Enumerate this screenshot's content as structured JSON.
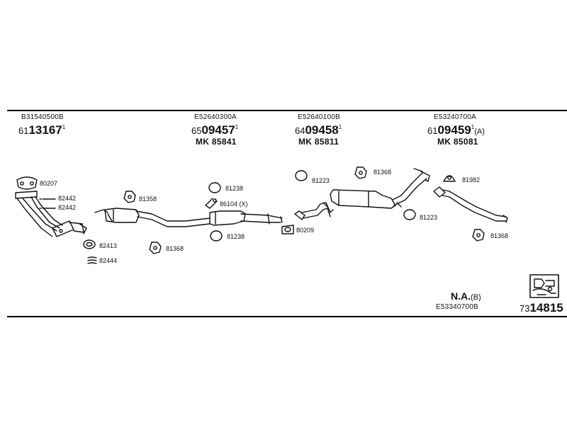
{
  "header": {
    "columns": [
      {
        "code": "B31540500B",
        "num_prefix": "61",
        "num_main": "13167",
        "num_sup": "1",
        "num_suffix": "",
        "mk": ""
      },
      {
        "code": "E52640300A",
        "num_prefix": "65",
        "num_main": "09457",
        "num_sup": "1",
        "num_suffix": "",
        "mk": "MK 85841"
      },
      {
        "code": "E52640100B",
        "num_prefix": "64",
        "num_main": "09458",
        "num_sup": "1",
        "num_suffix": "",
        "mk": "MK 85811"
      },
      {
        "code": "E53240700A",
        "num_prefix": "61",
        "num_main": "09459",
        "num_sup": "1",
        "num_suffix": "(A)",
        "mk": "MK 85081"
      }
    ]
  },
  "parts": {
    "p80207": "80207",
    "p82442a": "82442",
    "p82442b": "82442",
    "p82413": "82413",
    "p82444": "82444",
    "p81358": "81358",
    "p81368a": "81368",
    "p81238a": "81238",
    "p86104": "86104 (X)",
    "p81238b": "81238",
    "p80209": "80209",
    "p81223a": "81223",
    "p81368b": "81368",
    "p81223b": "81223",
    "p81982": "81982",
    "p81368c": "81368"
  },
  "footer": {
    "na_label": "N.A.",
    "na_suffix": "(B)",
    "na_code": "E53340700B",
    "final_prefix": "73",
    "final_main": "14815",
    "logo_icon": "catalog-logo-icon"
  }
}
